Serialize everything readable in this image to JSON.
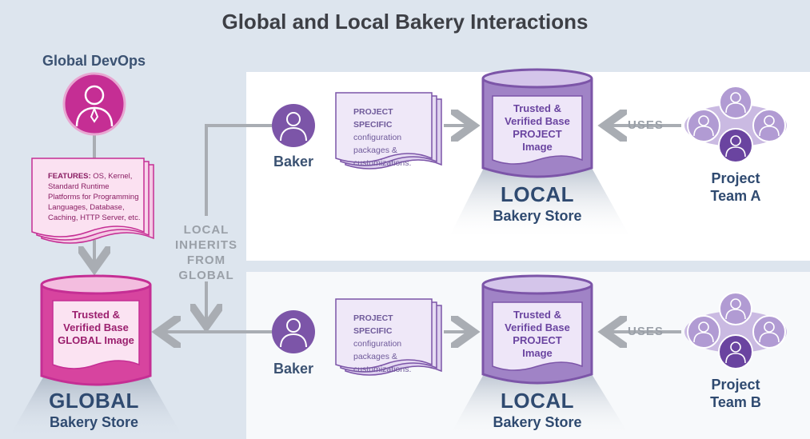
{
  "title": "Global and Local Bakery Interactions",
  "global": {
    "role_label": "Global DevOps",
    "features_heading": "FEATURES:",
    "features_text": "OS, Kernel, Standard Runtime Platforms for Programming Languages, Database, Caching, HTTP Server, etc.",
    "store_image_text": "Trusted & Verified Base GLOBAL Image",
    "store_big": "GLOBAL",
    "store_small": "Bakery Store"
  },
  "inherit_label": [
    "LOCAL",
    "INHERITS",
    "FROM",
    "GLOBAL"
  ],
  "local_a": {
    "baker_label": "Baker",
    "doc_heading": "PROJECT SPECIFIC",
    "doc_body": "configuration packages & customizations.",
    "store_image_text": "Trusted & Verified Base PROJECT Image",
    "store_big": "LOCAL",
    "store_small": "Bakery Store",
    "uses_label": "USES",
    "team_label_line1": "Project",
    "team_label_line2": "Team A"
  },
  "local_b": {
    "baker_label": "Baker",
    "doc_heading": "PROJECT SPECIFIC",
    "doc_body": "configuration packages & customizations.",
    "store_image_text": "Trusted & Verified Base PROJECT Image",
    "store_big": "LOCAL",
    "store_small": "Bakery Store",
    "uses_label": "USES",
    "team_label_line1": "Project",
    "team_label_line2": "Team B"
  },
  "icons": {
    "global_person": "person-icon",
    "baker": "person-icon",
    "team": "team-icon"
  },
  "colors": {
    "global_accent": "#c02b8f",
    "local_accent": "#7a55a8",
    "arrow_gray": "#a9adb3",
    "label_navy": "#2f4a70"
  }
}
